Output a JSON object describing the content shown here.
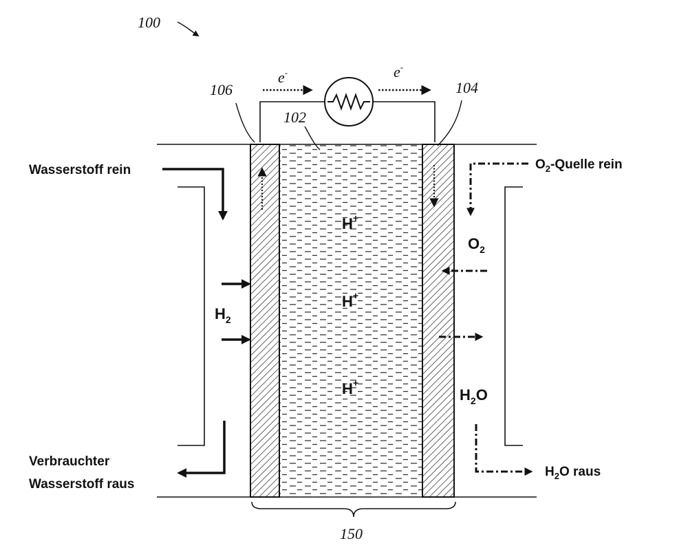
{
  "figure": {
    "ref_main": "100",
    "ref_anode": "106",
    "ref_electrolyte": "102",
    "ref_cathode": "104",
    "ref_stack": "150"
  },
  "electron": {
    "base": "e",
    "charge": "-"
  },
  "labels": {
    "hydrogen_in": "Wasserstoff rein",
    "o2_source_in_prefix": "O",
    "o2_source_in_sub": "2",
    "o2_source_in_suffix": "-Quelle rein",
    "spent_hydrogen_line1": "Verbrauchter",
    "spent_hydrogen_line2": "Wasserstoff raus",
    "water_out_prefix": "H",
    "water_out_sub": "2",
    "water_out_suffix": "O raus"
  },
  "species": {
    "proton_base": "H",
    "proton_charge": "+",
    "h2_base": "H",
    "h2_sub": "2",
    "o2_base": "O",
    "o2_sub": "2",
    "h2o_base": "H",
    "h2o_sub": "2",
    "h2o_suffix": "O"
  },
  "icons": [
    "resistor-icon",
    "arrow-icon",
    "hatch-pattern",
    "brace"
  ],
  "colors": {
    "ink": "#111111",
    "background": "#ffffff"
  }
}
